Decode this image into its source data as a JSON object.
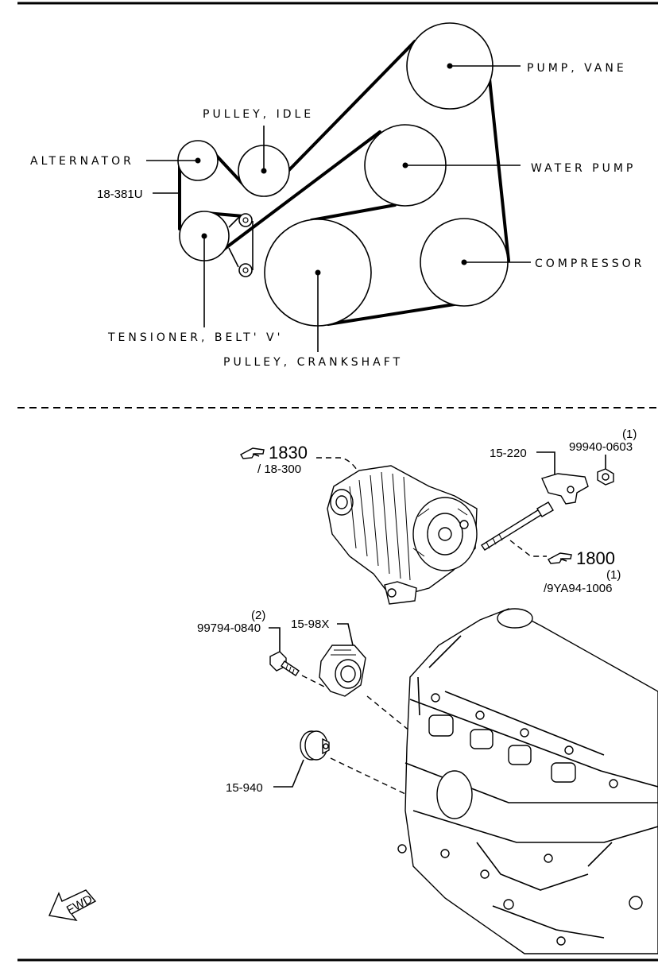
{
  "belt_diagram": {
    "pump_vane": "PUMP, VANE",
    "pulley_idle": "PULLEY, IDLE",
    "alternator": "ALTERNATOR",
    "water_pump": "WATER PUMP",
    "belt_part_no": "18-381U",
    "compressor": "COMPRESSOR",
    "tensioner": "TENSIONER, BELT' V'",
    "pulley_crankshaft": "PULLEY, CRANKSHAFT"
  },
  "parts": {
    "ref_1830": "1830",
    "ref_1830_sub": "/ 18-300",
    "bracket": "15-220",
    "nut_part": "99940-0603",
    "nut_qty": "(1)",
    "ref_1800": "1800",
    "bolt_qty": "(1)",
    "bolt_part": "/9YA94-1006",
    "bolt2_qty": "(2)",
    "bolt2_part": "99794-0840",
    "thermostat_housing": "15-98X",
    "idler": "15-940"
  },
  "fwd_label": "FWD",
  "icons": [
    "hand-pointer-icon",
    "fwd-arrow-icon"
  ]
}
